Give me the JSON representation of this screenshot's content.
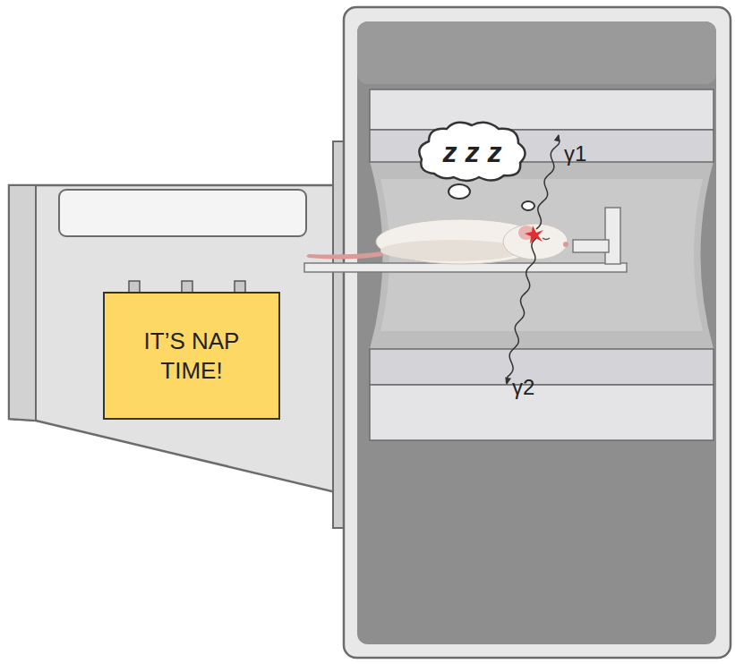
{
  "diagram": {
    "nodes": [
      {
        "text": [
          "IT’S NAP TIME!"
        ]
      },
      {
        "text": [
          "z z z"
        ]
      }
    ],
    "labels": [
      "γ1",
      "γ2"
    ]
  }
}
